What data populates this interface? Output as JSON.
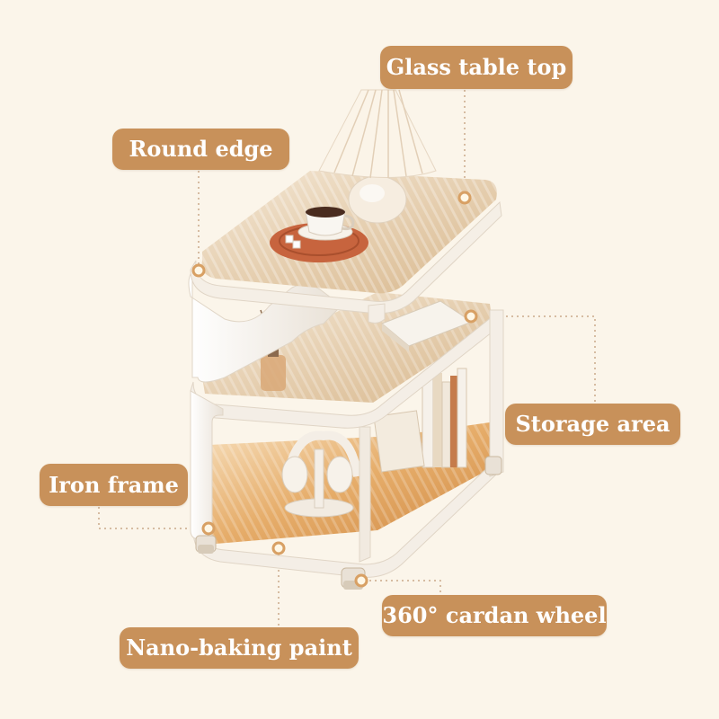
{
  "labels": {
    "glass_table_top": "Glass table top",
    "round_edge": "Round edge",
    "storage_area": "Storage area",
    "iron_frame": "Iron frame",
    "cardan_wheel": "360° cardan wheel",
    "nano_baking_paint": "Nano-baking paint"
  },
  "colors": {
    "background": "#fbf5ea",
    "label_fill": "#c8915a",
    "label_text": "#ffffff",
    "frame": "#f4eee6",
    "wood_glow": "#e3a765",
    "leader_line": "#c9a98a"
  },
  "icons": [
    "table-lamp",
    "coffee-cup",
    "books",
    "headphones-stand",
    "perfume-bottle",
    "caster-wheel"
  ]
}
